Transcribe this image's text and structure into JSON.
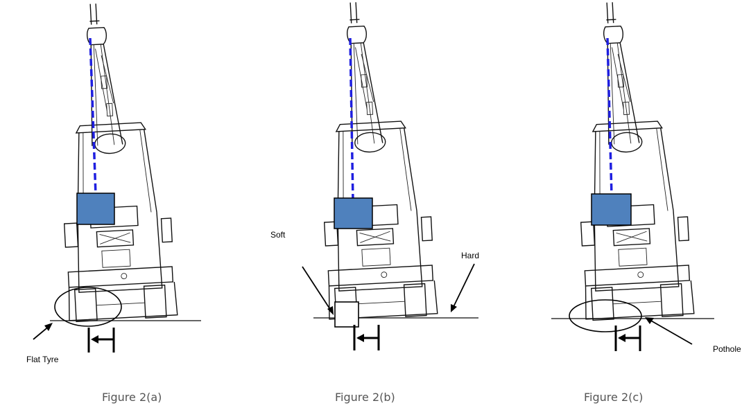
{
  "figures": [
    {
      "caption": "Figure 2(a)",
      "labels": [
        "Flat Tyre"
      ]
    },
    {
      "caption": "Figure 2(b)",
      "labels": [
        "Soft",
        "Hard"
      ]
    },
    {
      "caption": "Figure 2(c)",
      "labels": [
        "Pothole"
      ]
    }
  ],
  "colors": {
    "load_box": "#4F81BD",
    "centre_line": "#1F1FE0",
    "line_art": "#111111"
  }
}
